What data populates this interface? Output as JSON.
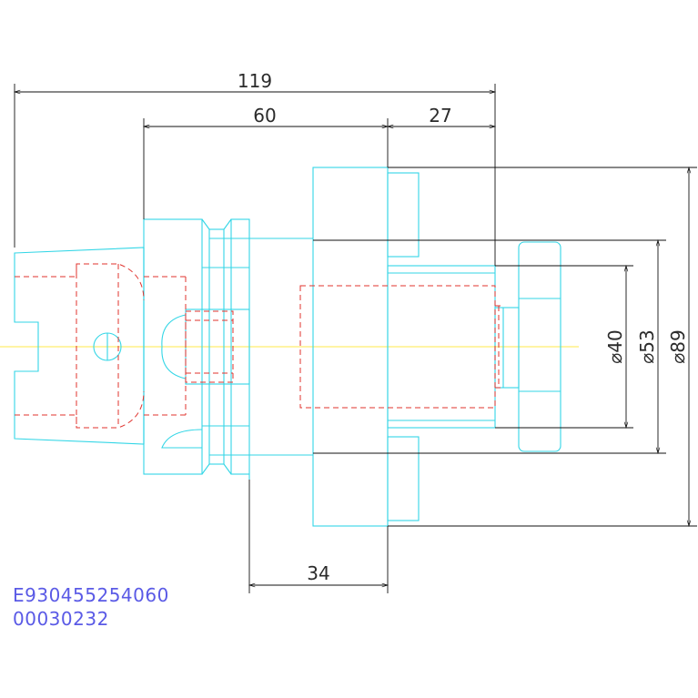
{
  "dimensions": {
    "overall_length": "119",
    "length_60": "60",
    "length_27": "27",
    "length_34": "34",
    "dia_40": "⌀40",
    "dia_53": "⌀53",
    "dia_89": "⌀89"
  },
  "part_codes": {
    "line1": "E930455254060",
    "line2": "00030232"
  },
  "colors": {
    "outline": "#33d6e6",
    "hidden_lines": "#e0332e",
    "dimension_lines": "#111111",
    "centerline": "#ffe84a",
    "code_text": "#5a5ae6"
  }
}
